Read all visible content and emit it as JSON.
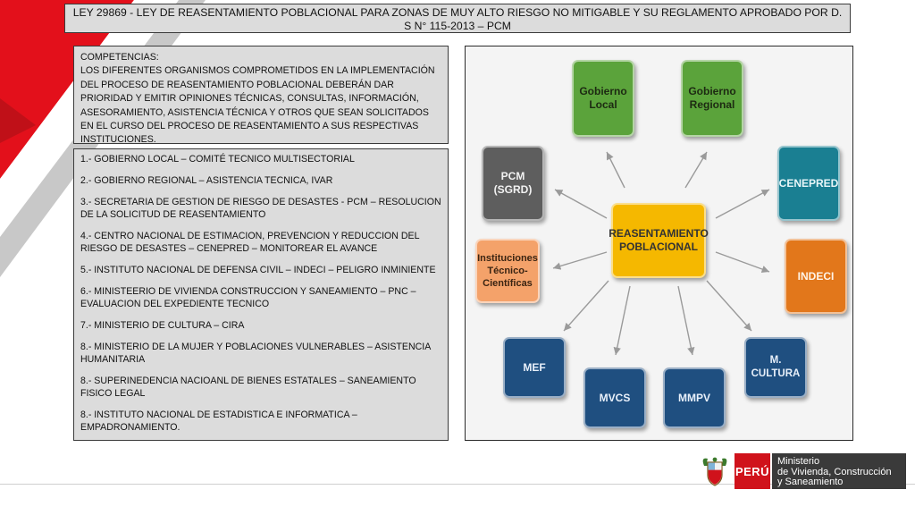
{
  "header": {
    "title": "LEY 29869 - LEY DE REASENTAMIENTO POBLACIONAL PARA ZONAS DE MUY ALTO RIESGO NO MITIGABLE Y SU REGLAMENTO APROBADO POR D. S N° 115-2013 – PCM"
  },
  "competencias": {
    "heading": "COMPETENCIAS:",
    "body": "LOS DIFERENTES ORGANISMOS COMPROMETIDOS EN LA IMPLEMENTACIÓN DEL PROCESO DE REASENTAMIENTO POBLACIONAL DEBERÁN DAR PRIORIDAD Y EMITIR OPINIONES TÉCNICAS, CONSULTAS, INFORMACIÓN, ASESORAMIENTO, ASISTENCIA TÉCNICA Y OTROS QUE SEAN SOLICITADOS EN EL CURSO DEL PROCESO DE REASENTAMIENTO A SUS RESPECTIVAS INSTITUCIONES."
  },
  "institutions": [
    "1.- GOBIERNO LOCAL – COMITÉ TECNICO MULTISECTORIAL",
    "2.- GOBIERNO REGIONAL – ASISTENCIA TECNICA, IVAR",
    "3.- SECRETARIA DE GESTION DE RIESGO DE DESASTES  - PCM – RESOLUCION DE LA SOLICITUD DE REASENTAMIENTO",
    "4.- CENTRO NACIONAL DE ESTIMACION, PREVENCION Y REDUCCION    DEL RIESGO DE DESASTES – CENEPRED – MONITOREAR EL AVANCE",
    "5.- INSTITUTO NACIONAL DE DEFENSA CIVIL – INDECI – PELIGRO INMINIENTE",
    "6.- MINISTEERIO DE VIVIENDA CONSTRUCCION Y SANEAMIENTO – PNC – EVALUACION DEL EXPEDIENTE TECNICO",
    "7.- MINISTERIO DE CULTURA – CIRA",
    "8.- MINISTERIO DE LA MUJER Y POBLACIONES VULNERABLES –    ASISTENCIA HUMANITARIA",
    "8.- SUPERINEDENCIA NACIOANL DE BIENES ESTATALES – SANEAMIENTO FISICO LEGAL",
    "8.- INSTITUTO NACIONAL DE ESTADISTICA E INFORMATICA – EMPADRONAMIENTO."
  ],
  "diagram": {
    "center": {
      "label": "REASENTAMIENTO\nPOBLACIONAL",
      "color": "#f5b800",
      "text_color": "#333333"
    },
    "nodes": [
      {
        "id": "gobierno-local",
        "label": "Gobierno\nLocal",
        "color": "#5ba33b",
        "text_color": "#1d2a12"
      },
      {
        "id": "gobierno-regional",
        "label": "Gobierno\nRegional",
        "color": "#5ba33b",
        "text_color": "#1d2a12"
      },
      {
        "id": "pcm",
        "label": "PCM\n(SGRD)",
        "color": "#5e5e5e",
        "text_color": "#f2f2f2"
      },
      {
        "id": "cenepred",
        "label": "CENEPRED",
        "color": "#1a7f92",
        "text_color": "#e8f6f8"
      },
      {
        "id": "instituciones",
        "label": "Instituciones\nTécnico-\nCientíficas",
        "color": "#f4a26a",
        "text_color": "#3a2412"
      },
      {
        "id": "indeci",
        "label": "INDECI",
        "color": "#e2771b",
        "text_color": "#fff4e8"
      },
      {
        "id": "mef",
        "label": "MEF",
        "color": "#1f4f80",
        "text_color": "#e8f0fa"
      },
      {
        "id": "m-cultura",
        "label": "M. CULTURA",
        "color": "#1f4f80",
        "text_color": "#e8f0fa"
      },
      {
        "id": "mvcs",
        "label": "MVCS",
        "color": "#1f4f80",
        "text_color": "#e8f0fa"
      },
      {
        "id": "mmpv",
        "label": "MMPV",
        "color": "#1f4f80",
        "text_color": "#e8f0fa"
      }
    ]
  },
  "logo": {
    "country": "PERÚ",
    "ministry": "Ministerio\nde Vivienda, Construcción\ny Saneamiento",
    "accent_red": "#d0121b",
    "dark": "#3a3a3a"
  },
  "theme": {
    "red": "#e3101b",
    "gray": "#c8c8c8",
    "panel": "#dcdcdc"
  }
}
